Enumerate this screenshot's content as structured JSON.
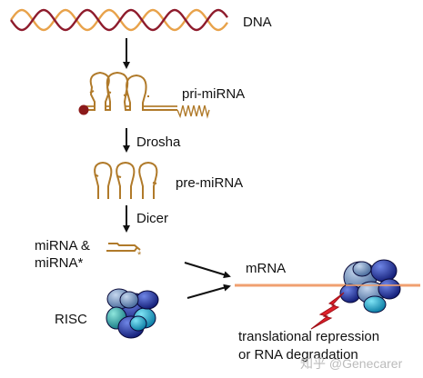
{
  "labels": {
    "dna": "DNA",
    "pri_mirna": "pri-miRNA",
    "drosha": "Drosha",
    "pre_mirna": "pre-miRNA",
    "dicer": "Dicer",
    "mirna_line1": "miRNA  &",
    "mirna_line2": "miRNA*",
    "mrna": "mRNA",
    "risc": "RISC",
    "outcome_line1": "translational repression",
    "outcome_line2": "or RNA degradation"
  },
  "watermark": "知乎 @Genecarer",
  "colors": {
    "strand_red": "#8e1b2c",
    "strand_orange": "#e8a24a",
    "rna": "#b07a2a",
    "cap": "#8b1a1a",
    "mrna_line": "#f0a070",
    "arrow": "#111111",
    "lightning": "#e0202a",
    "risc_blue_dark": "#1e2d8c",
    "risc_cyan": "#1aa8c8",
    "risc_teal": "#2bb5a8",
    "risc_steel": "#6b8fb8"
  },
  "icons": {
    "dna": "double-helix-icon",
    "risc": "protein-complex-icon",
    "cleavage": "lightning-bolt-icon"
  }
}
